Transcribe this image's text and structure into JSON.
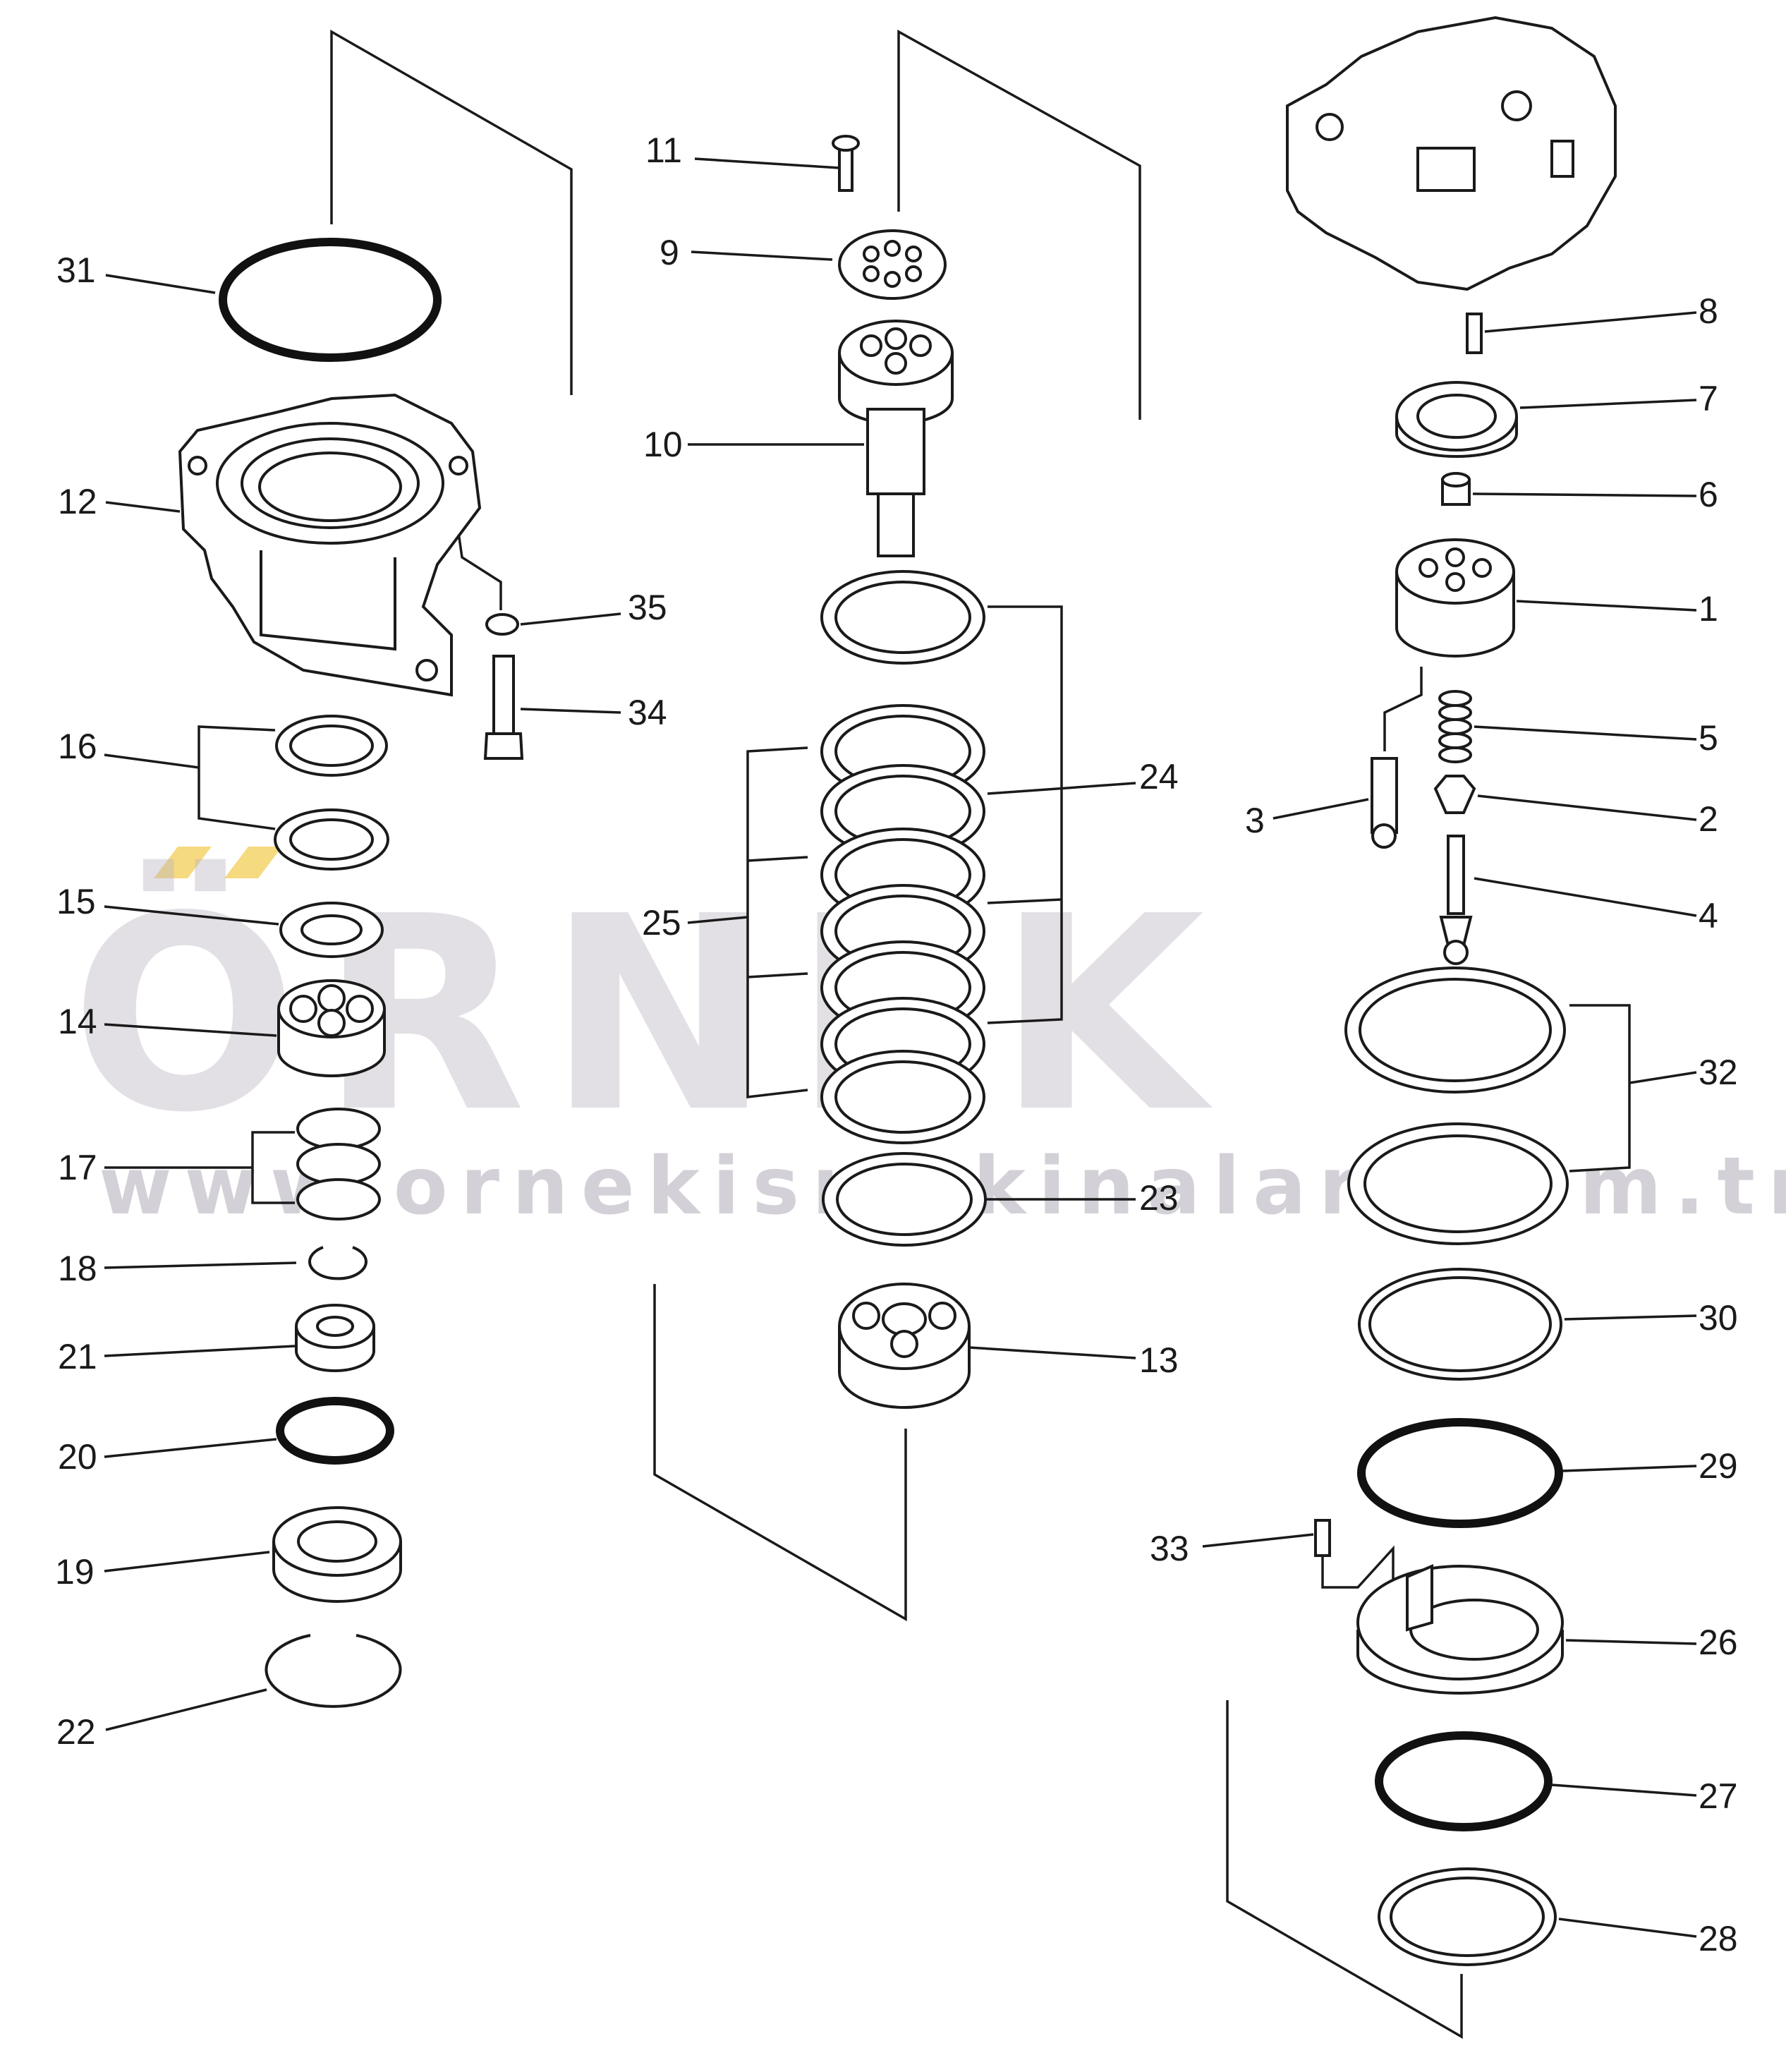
{
  "diagram": {
    "callouts": [
      {
        "id": "1",
        "label": "1"
      },
      {
        "id": "2",
        "label": "2"
      },
      {
        "id": "3",
        "label": "3"
      },
      {
        "id": "4",
        "label": "4"
      },
      {
        "id": "5",
        "label": "5"
      },
      {
        "id": "6",
        "label": "6"
      },
      {
        "id": "7",
        "label": "7"
      },
      {
        "id": "8",
        "label": "8"
      },
      {
        "id": "9",
        "label": "9"
      },
      {
        "id": "10",
        "label": "10"
      },
      {
        "id": "11",
        "label": "11"
      },
      {
        "id": "12",
        "label": "12"
      },
      {
        "id": "13",
        "label": "13"
      },
      {
        "id": "14",
        "label": "14"
      },
      {
        "id": "15",
        "label": "15"
      },
      {
        "id": "16",
        "label": "16"
      },
      {
        "id": "17",
        "label": "17"
      },
      {
        "id": "18",
        "label": "18"
      },
      {
        "id": "19",
        "label": "19"
      },
      {
        "id": "20",
        "label": "20"
      },
      {
        "id": "21",
        "label": "21"
      },
      {
        "id": "22",
        "label": "22"
      },
      {
        "id": "23",
        "label": "23"
      },
      {
        "id": "24",
        "label": "24"
      },
      {
        "id": "25",
        "label": "25"
      },
      {
        "id": "26",
        "label": "26"
      },
      {
        "id": "27",
        "label": "27"
      },
      {
        "id": "28",
        "label": "28"
      },
      {
        "id": "29",
        "label": "29"
      },
      {
        "id": "30",
        "label": "30"
      },
      {
        "id": "31",
        "label": "31"
      },
      {
        "id": "32",
        "label": "32"
      },
      {
        "id": "33",
        "label": "33"
      },
      {
        "id": "34",
        "label": "34"
      },
      {
        "id": "35",
        "label": "35"
      }
    ]
  },
  "watermark": {
    "brand": "ÖRNEK",
    "url": "www.ornekismakinalari.com.tr",
    "color": "#b9b6c1",
    "accent": "#f5d36a"
  }
}
